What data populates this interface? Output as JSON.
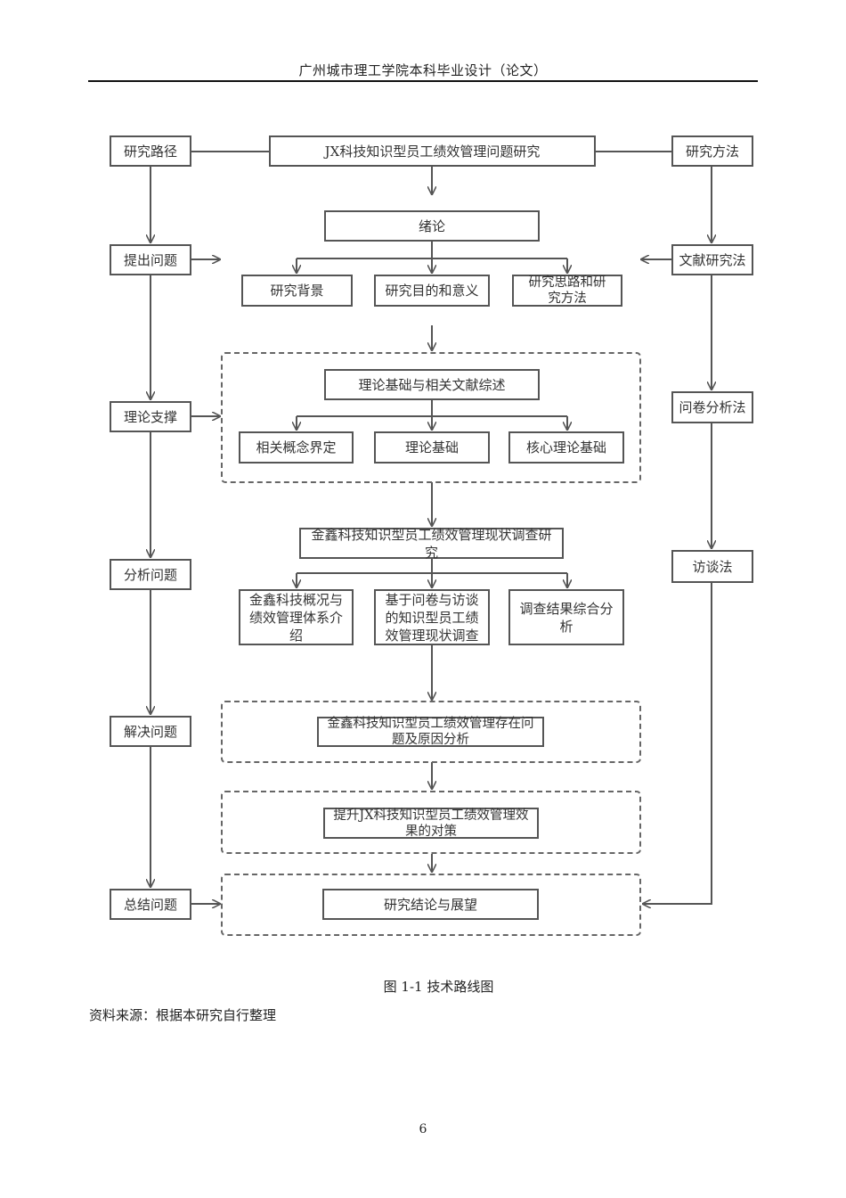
{
  "header": {
    "title": "广州城市理工学院本科毕业设计（论文）"
  },
  "diagram": {
    "top_title": "JX科技知识型员工绩效管理问题研究",
    "left": {
      "heading": "研究路径",
      "steps": [
        "提出问题",
        "理论支撑",
        "分析问题",
        "解决问题",
        "总结问题"
      ]
    },
    "right": {
      "heading": "研究方法",
      "methods": [
        "文献研究法",
        "问卷分析法",
        "访谈法"
      ]
    },
    "intro": {
      "title": "绪论",
      "items": [
        "研究背景",
        "研究目的和意义",
        "研究思路和研究方法"
      ]
    },
    "theory": {
      "title": "理论基础与相关文献综述",
      "items": [
        "相关概念界定",
        "理论基础",
        "核心理论基础"
      ]
    },
    "survey": {
      "title": "金鑫科技知识型员工绩效管理现状调查研究",
      "items": [
        "金鑫科技概况与绩效管理体系介绍",
        "基于问卷与访谈的知识型员工绩效管理现状调查",
        "调查结果综合分析"
      ]
    },
    "problems": "金鑫科技知识型员工绩效管理存在问题及原因分析",
    "measures": "提升JX科技知识型员工绩效管理效果的对策",
    "conclusion": "研究结论与展望"
  },
  "caption": "图 1-1  技术路线图",
  "source_note": "资料来源：根据本研究自行整理",
  "page_number": "6",
  "colors": {
    "line": "#555555",
    "border": "#555555",
    "dashed": "#666666",
    "rule": "#111111"
  }
}
